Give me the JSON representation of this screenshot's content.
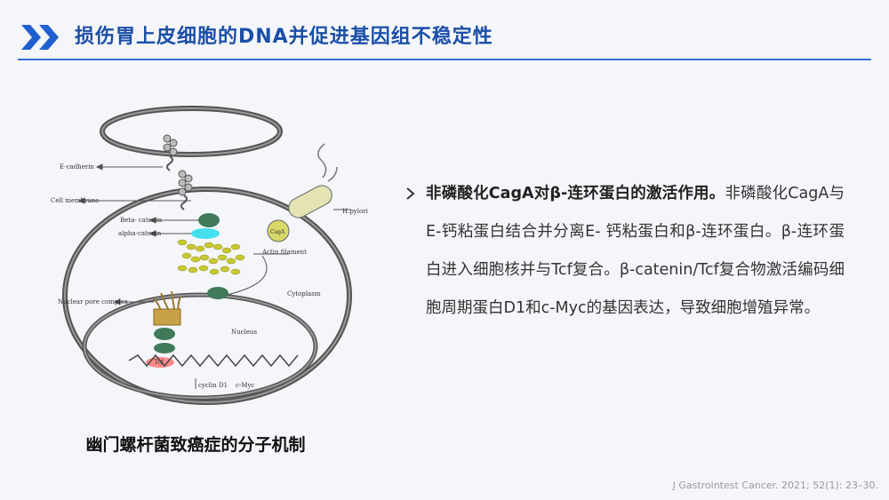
{
  "header": {
    "title": "损伤胃上皮细胞的DNA并促进基因组不稳定性",
    "icon": "double-chevron-right-icon",
    "accent_color": "#1f5fd0"
  },
  "diagram": {
    "labels": {
      "e_cadherin": "E-cadherin",
      "cell_membrane": "Cell membrane",
      "beta_catenin": "Beta- catenin",
      "alpha_catenin": "alpha-catenin",
      "actin_filament": "Actin filament",
      "h_pylori": "H.pylori",
      "caga": "CagA",
      "cytoplasm": "Cytoplasm",
      "nuclear_pore_complex": "Nuclear pore complex",
      "nucleus": "Nucleus",
      "tcf": "Tcf",
      "cyclin_d1": "cyclin D1",
      "c_myc": "c-Myc"
    },
    "caption": "幽门螺杆菌致癌症的分子机制"
  },
  "bullet": {
    "lead": "非磷酸化CagA对β-连环蛋白的激活作用。",
    "text": "非磷酸化CagA与E-钙粘蛋白结合并分离E- 钙粘蛋白和β-连环蛋白。β-连环蛋白进入细胞核并与Tcf复合。β-catenin/Tcf复合物激活编码细胞周期蛋白D1和c-Myc的基因表达，导致细胞增殖异常。"
  },
  "citation": "J Gastrointest Cancer. 2021; 52(1): 23–30."
}
